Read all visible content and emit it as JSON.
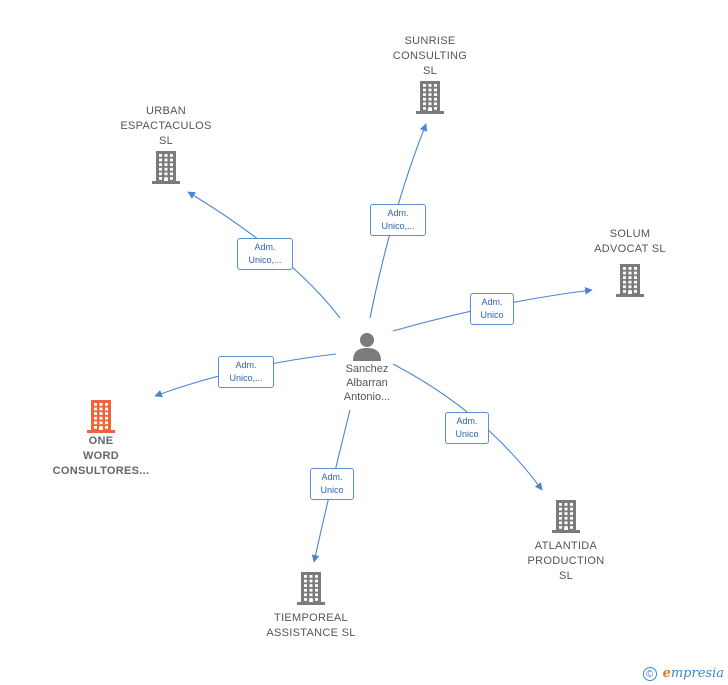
{
  "center": {
    "name": "Sanchez\nAlbarran\nAntonio..."
  },
  "companies": [
    {
      "id": "sunrise",
      "label": "SUNRISE\nCONSULTING\nSL",
      "relation": "Adm.\nUnico,...",
      "highlight": false
    },
    {
      "id": "urban",
      "label": "URBAN\nESPACTACULOS\nSL",
      "relation": "Adm.\nUnico,...",
      "highlight": false
    },
    {
      "id": "solum",
      "label": "SOLUM\nADVOCAT  SL",
      "relation": "Adm.\nUnico",
      "highlight": false
    },
    {
      "id": "oneword",
      "label": "ONE\nWORD\nCONSULTORES...",
      "relation": "Adm.\nUnico,...",
      "highlight": true
    },
    {
      "id": "atlantida",
      "label": "ATLANTIDA\nPRODUCTION\nSL",
      "relation": "Adm.\nUnico",
      "highlight": false
    },
    {
      "id": "tiempo",
      "label": "TIEMPOREAL\nASSISTANCE SL",
      "relation": "Adm.\nUnico",
      "highlight": false
    }
  ],
  "colors": {
    "edge": "#4a86d4",
    "building": "#7b7b7b",
    "building_highlight": "#f0643a",
    "person": "#7b7b7b"
  },
  "footer": {
    "copyright_symbol": "©",
    "brand_first": "e",
    "brand_rest": "mpresia"
  }
}
